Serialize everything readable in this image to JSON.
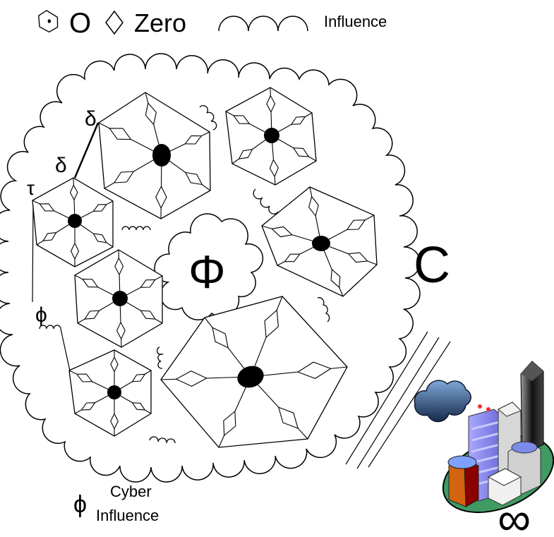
{
  "legend": {
    "o_label": "O",
    "zero_label": "Zero",
    "influence_label": "Influence"
  },
  "diagram": {
    "center_symbol": "Φ",
    "domain_letter": "C",
    "delta_upper": "δ",
    "delta_lower": "δ",
    "tau": "τ",
    "phi_small": "ϕ",
    "cyber_symbol": "ϕ",
    "cyber_word": "Cyber",
    "influence_word": "Influence",
    "infinity": "∞"
  },
  "colors": {
    "ink": "#000000",
    "ground": "#3f9a63",
    "tower_blue": "#8f8ff0",
    "tower_orange": "#d2640f",
    "tower_red": "#8b0000",
    "cloud": "#2a4a78"
  }
}
